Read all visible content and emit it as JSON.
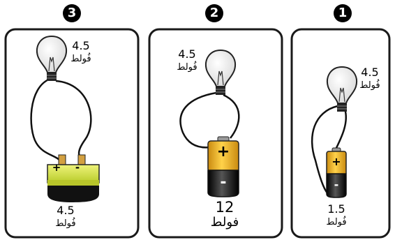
{
  "panels": [
    {
      "number": "3",
      "bulb": {
        "value": "4.5",
        "unit": "فُولط"
      },
      "battery": {
        "value": "4.5",
        "unit": "فُولط",
        "plus": "+",
        "minus": "-"
      }
    },
    {
      "number": "2",
      "bulb": {
        "value": "4.5",
        "unit": "فُولط"
      },
      "battery": {
        "value": "12",
        "unit": "فولط",
        "plus": "+",
        "minus": "-"
      }
    },
    {
      "number": "1",
      "bulb": {
        "value": "4.5",
        "unit": "فُولط"
      },
      "battery": {
        "value": "1.5",
        "unit": "فُولط",
        "plus": "+",
        "minus": "-"
      }
    }
  ],
  "colors": {
    "frame": "#1a1a1a",
    "wire": "#111111",
    "battery_gold": "#f2b01e",
    "battery_black": "#111111",
    "flat_battery_green": "#d9e84a"
  }
}
